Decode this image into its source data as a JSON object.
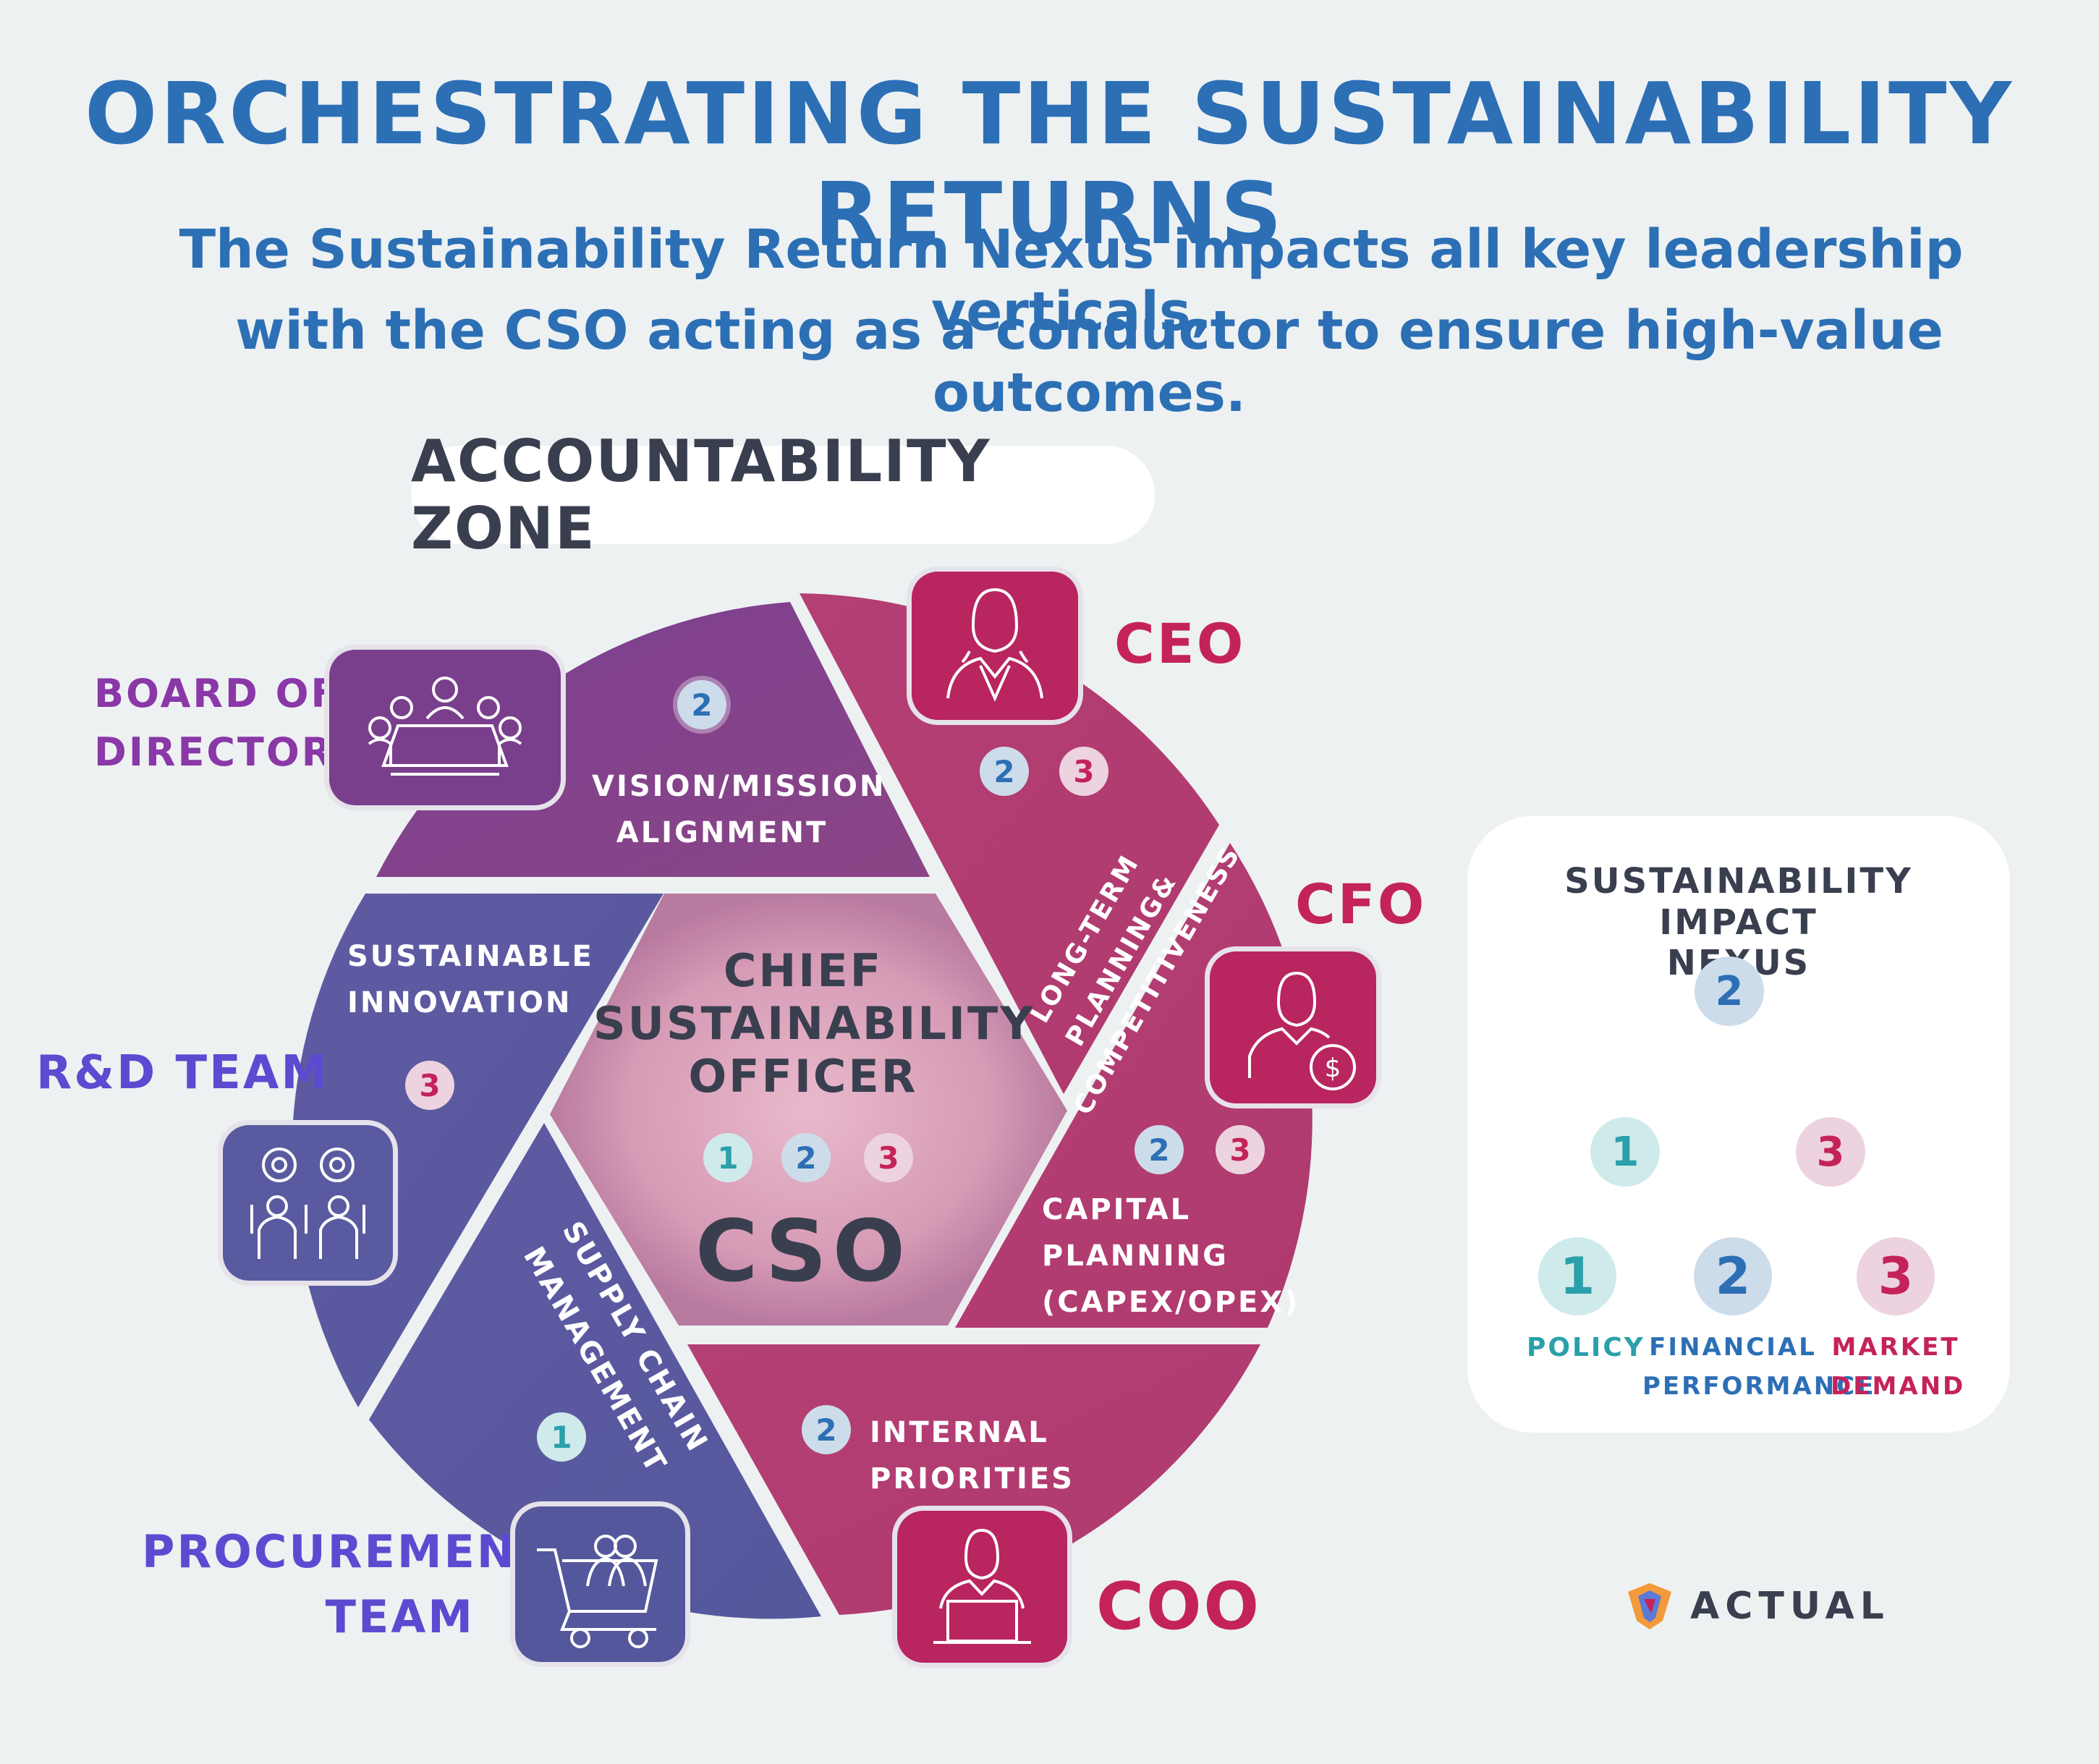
{
  "title": "ORCHESTRATING THE SUSTAINABILITY RETURNS",
  "subtitle": {
    "line1": "The Sustainability Return Nexus impacts all key leadership verticals,",
    "line2": "with the CSO acting as a conductor to ensure high-value outcomes."
  },
  "zone_label": "ACCOUNTABILITY ZONE",
  "center": {
    "line1": "CHIEF",
    "line2": "SUSTAINABILITY",
    "line3": "OFFICER",
    "abbr": "CSO",
    "badges": [
      "1",
      "2",
      "3"
    ]
  },
  "segments": {
    "vision": {
      "line1": "VISION/MISSION",
      "line2": "ALIGNMENT",
      "badges": [
        "2"
      ]
    },
    "longterm": {
      "line1": "LONG-TERM",
      "line2": "PLANNING&",
      "line3": "COMPETITIVENESS",
      "badges": [
        "2",
        "3"
      ]
    },
    "capital": {
      "line1": "CAPITAL",
      "line2": "PLANNING",
      "line3": "(CAPEX/OPEX)",
      "badges": [
        "2",
        "3"
      ]
    },
    "internal": {
      "line1": "INTERNAL PRIORITIES",
      "badges": [
        "2"
      ]
    },
    "supply": {
      "line1": "SUPPLY CHAIN",
      "line2": "MANAGEMENT",
      "badges": [
        "1"
      ]
    },
    "innovation": {
      "line1": "SUSTAINABLE",
      "line2": "INNOVATION",
      "badges": [
        "3"
      ]
    }
  },
  "roles": {
    "board": {
      "line1": "BOARD OF",
      "line2": "DIRECTORS"
    },
    "ceo": "CEO",
    "cfo": "CFO",
    "coo": "COO",
    "rnd": "R&D TEAM",
    "procurement": {
      "line1": "PROCUREMENT",
      "line2": "TEAM"
    }
  },
  "nexus": {
    "title_line1": "SUSTAINABILITY IMPACT",
    "title_line2": "NEXUS",
    "nodes": [
      "1",
      "2",
      "3"
    ],
    "legend": [
      {
        "num": "1",
        "line1": "POLICY",
        "line2": ""
      },
      {
        "num": "2",
        "line1": "FINANCIAL",
        "line2": "PERFORMANCE"
      },
      {
        "num": "3",
        "line1": "MARKET",
        "line2": "DEMAND"
      }
    ]
  },
  "brand": "ACTUAL",
  "colors": {
    "title": "#2c6fb5",
    "dark_text": "#3a3f4f",
    "purple": "#7a3f8c",
    "indigo": "#5a5aa0",
    "magenta": "#b03a6e",
    "crimson": "#c4235a",
    "badge1_text": "#2aa0aa",
    "badge2_text": "#2c6fb5",
    "badge3_text": "#c4235a",
    "badge1_bg": "#cfeaea",
    "badge2_bg": "#cddcea",
    "badge3_bg": "#ecd3df"
  },
  "icons": [
    "meeting-table-icon",
    "businesswoman-icon",
    "finance-person-icon",
    "executive-laptop-icon",
    "gears-team-icon",
    "shopping-cart-icon",
    "actual-logo-icon"
  ]
}
